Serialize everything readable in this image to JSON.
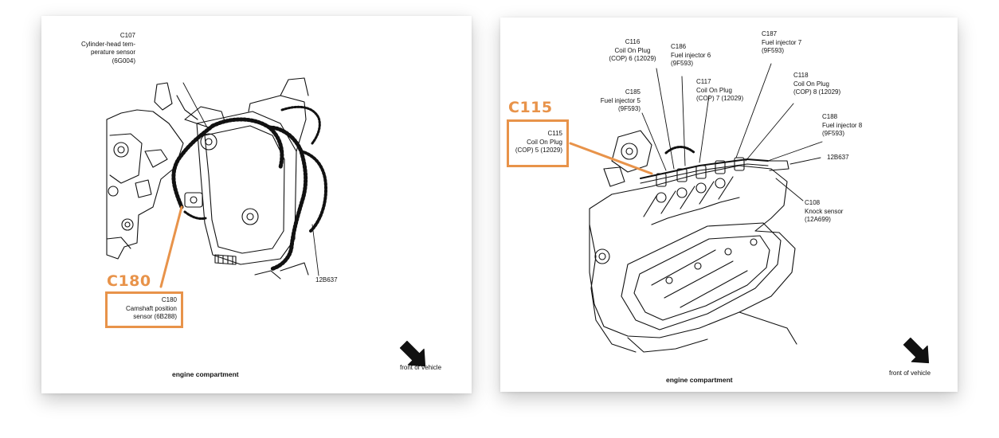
{
  "colors": {
    "accent": "#e8934a",
    "ink": "#111111",
    "page": "#ffffff"
  },
  "left": {
    "labels": {
      "c107": {
        "id": "C107",
        "l1": "Cylinder-head tem-",
        "l2": "perature sensor",
        "l3": "(6G004)"
      },
      "b637": {
        "id": "12B637"
      },
      "c180": {
        "id": "C180",
        "l1": "Camshaft position",
        "l2": "sensor (6B288)"
      }
    },
    "callout": "C180",
    "caption": "engine compartment",
    "front": "front of vehicle"
  },
  "right": {
    "labels": {
      "c116": {
        "id": "C116",
        "l1": "Coil On Plug",
        "l2": "(COP) 6 (12029)"
      },
      "c186": {
        "id": "C186",
        "l1": "Fuel injector 6",
        "l2": "(9F593)"
      },
      "c187": {
        "id": "C187",
        "l1": "Fuel injector 7",
        "l2": "(9F593)"
      },
      "c117": {
        "id": "C117",
        "l1": "Coil On Plug",
        "l2": "(COP) 7 (12029)"
      },
      "c185": {
        "id": "C185",
        "l1": "Fuel injector 5",
        "l2": "(9F593)"
      },
      "c118": {
        "id": "C118",
        "l1": "Coil On Plug",
        "l2": "(COP) 8 (12029)"
      },
      "c188": {
        "id": "C188",
        "l1": "Fuel injector 8",
        "l2": "(9F593)"
      },
      "c115": {
        "id": "C115",
        "l1": "Coil On Plug",
        "l2": "(COP) 5 (12029)"
      },
      "b637": {
        "id": "12B637"
      },
      "c108": {
        "id": "C108",
        "l1": "Knock sensor",
        "l2": "(12A699)"
      }
    },
    "callout": "C115",
    "caption": "engine compartment",
    "front": "front of vehicle"
  }
}
